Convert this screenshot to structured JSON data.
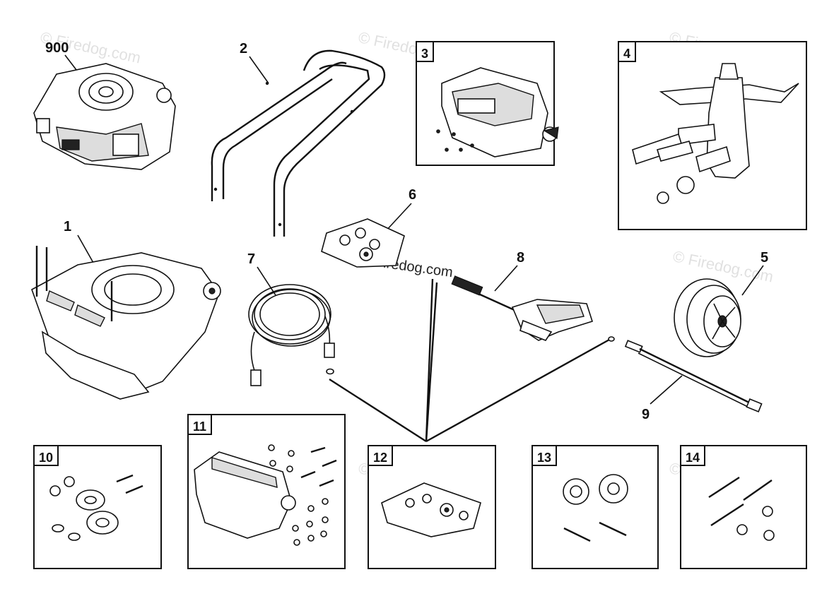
{
  "watermark": {
    "text": "© Firedog.com",
    "center_text": "Firedog.com"
  },
  "callouts": {
    "p900": "900",
    "p1": "1",
    "p2": "2",
    "p5": "5",
    "p6": "6",
    "p7": "7",
    "p8": "8",
    "p9": "9"
  },
  "boxes": {
    "b3": "3",
    "b4": "4",
    "b10": "10",
    "b11": "11",
    "b12": "12",
    "b13": "13",
    "b14": "14"
  }
}
